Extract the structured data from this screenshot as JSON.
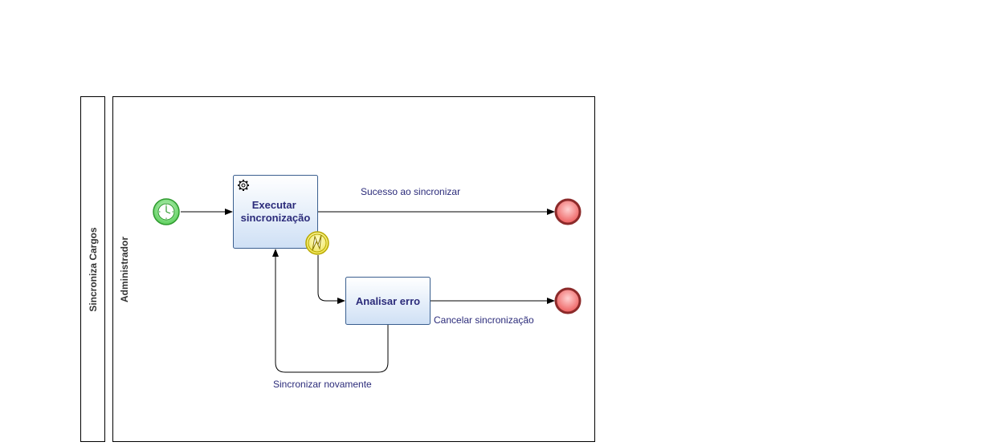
{
  "diagram": {
    "pool": {
      "label": "Sincroniza Cargos"
    },
    "lane": {
      "label": "Administrador"
    },
    "start_event": {
      "type": "timer-start-event"
    },
    "tasks": [
      {
        "id": "executar",
        "type": "service-task",
        "line1": "Executar",
        "line2": "sincronização"
      },
      {
        "id": "analisar",
        "type": "task",
        "label": "Analisar erro"
      }
    ],
    "boundary_event": {
      "type": "error-boundary-event"
    },
    "end_events": [
      {
        "id": "end-success",
        "type": "end-event"
      },
      {
        "id": "end-cancel",
        "type": "end-event"
      }
    ],
    "flows": {
      "success_label": "Sucesso ao sincronizar",
      "cancel_label": "Cancelar sincronização",
      "retry_label": "Sincronizar novamente"
    },
    "colors": {
      "start_fill": "#7ee07e",
      "start_stroke": "#2f9a2f",
      "end_fill": "#f27a7a",
      "end_stroke": "#8c2a2a",
      "task_fill_top": "#ffffff",
      "task_fill_bottom": "#cfe0f5",
      "task_stroke": "#3a5f8f",
      "boundary_fill": "#f5f26a",
      "boundary_stroke": "#b8a800",
      "text": "#2b2b7a"
    }
  }
}
